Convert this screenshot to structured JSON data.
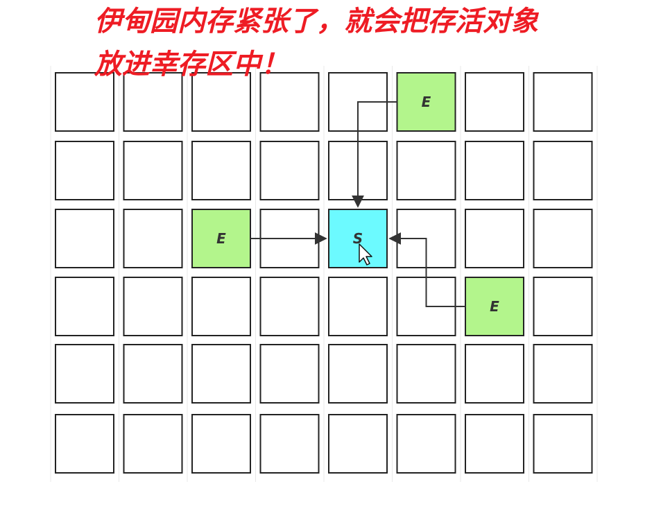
{
  "caption": {
    "line1": "伊甸园内存紧张了，就会把存活对象",
    "line2": "放进幸存区中！"
  },
  "grid": {
    "rows": 6,
    "cols": 8,
    "cells": [
      {
        "row": 0,
        "col": 5,
        "label": "E",
        "kind": "eden"
      },
      {
        "row": 2,
        "col": 2,
        "label": "E",
        "kind": "eden"
      },
      {
        "row": 2,
        "col": 4,
        "label": "S",
        "kind": "survivor"
      },
      {
        "row": 3,
        "col": 6,
        "label": "E",
        "kind": "eden"
      }
    ],
    "arrows": [
      {
        "from": [
          0,
          5
        ],
        "to": [
          2,
          4
        ]
      },
      {
        "from": [
          2,
          2
        ],
        "to": [
          2,
          4
        ]
      },
      {
        "from": [
          3,
          6
        ],
        "to": [
          2,
          4
        ]
      }
    ]
  },
  "colors": {
    "eden": "#b3f58c",
    "survivor": "#6cfaff",
    "empty": "#ffffff",
    "border": "#222222",
    "caption": "#ee1c24"
  }
}
